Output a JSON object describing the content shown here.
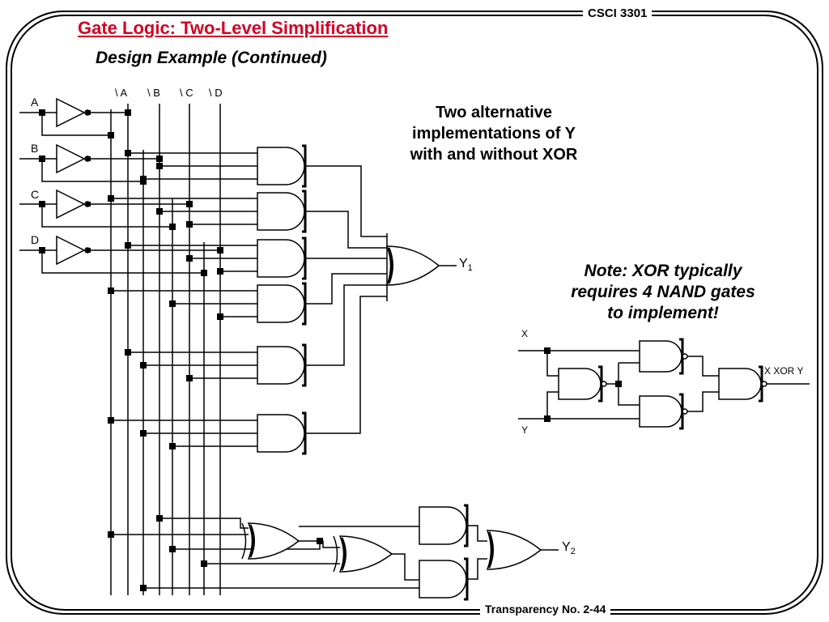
{
  "header": {
    "title": "Gate Logic: Two-Level Simplification",
    "subtitle": "Design Example (Continued)",
    "course": "CSCI 3301"
  },
  "caption": {
    "line1": "Two alternative",
    "line2": "implementations of Y",
    "line3": "with and without XOR"
  },
  "note": {
    "line1": "Note: XOR typically",
    "line2": "requires 4 NAND gates",
    "line3": "to implement!"
  },
  "circuit": {
    "inputs": [
      "A",
      "B",
      "C",
      "D"
    ],
    "bus_labels": [
      "\\ A",
      "\\ B",
      "\\ C",
      "\\ D"
    ],
    "output_y1": "Y",
    "output_y1_sub": "1",
    "output_y2": "Y",
    "output_y2_sub": "2"
  },
  "xor_example": {
    "input_x": "X",
    "input_y": "Y",
    "output": "X XOR Y"
  },
  "footer": {
    "label": "Transparency No. 2-44"
  }
}
